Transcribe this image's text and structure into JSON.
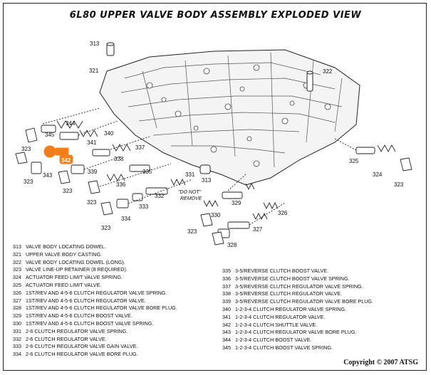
{
  "title": "6L80 UPPER VALVE BODY ASSEMBLY EXPLODED VIEW",
  "highlight_color": "#f07f1a",
  "diagram": {
    "callouts": [
      "313",
      "321",
      "322",
      "344",
      "345",
      "340",
      "341",
      "323",
      "342",
      "343",
      "339",
      "323",
      "338",
      "337",
      "336",
      "335",
      "334",
      "333",
      "332",
      "331",
      "313",
      "325",
      "324",
      "323",
      "323",
      "330",
      "329",
      "326",
      "327",
      "328",
      "323",
      "323"
    ],
    "note": [
      "\"DO NOT\"",
      "REMOVE"
    ],
    "highlighted_part": "342"
  },
  "legend_left": [
    {
      "num": "313",
      "text": "VALVE BODY LOCATING DOWEL."
    },
    {
      "num": "321",
      "text": "UPPER VALVE BODY CASTING."
    },
    {
      "num": "322",
      "text": "VALVE BODY LOCATING DOWEL (LONG)."
    },
    {
      "num": "323",
      "text": "VALVE LINE-UP RETAINER (8 REQUIRED)."
    },
    {
      "num": "324",
      "text": "ACTUATOR FEED LIMIT VALVE SPRING."
    },
    {
      "num": "325",
      "text": "ACTUATOR FEED LIMIT VALVE."
    },
    {
      "num": "326",
      "text": "1ST/REV AND 4-5-6 CLUTCH REGULATOR VALVE SPRING."
    },
    {
      "num": "327",
      "text": "1ST/REV AND 4-5-6 CLUTCH REGULATOR VALVE."
    },
    {
      "num": "328",
      "text": "1ST/REV AND 4-5-6 CLUTCH REGULATOR VALVE BORE PLUG."
    },
    {
      "num": "329",
      "text": "1ST/REV AND 4-5-6 CLUTCH BOOST VALVE."
    },
    {
      "num": "330",
      "text": "1ST/REV AND 4-5-6 CLUTCH BOOST VALVE SPRING."
    },
    {
      "num": "331",
      "text": "2-6 CLUTCH REGULATOR VALVE SPRING."
    },
    {
      "num": "332",
      "text": "2-6 CLUTCH REGULATOR VALVE."
    },
    {
      "num": "333",
      "text": "2-6 CLUTCH REGULATOR VALVE GAIN VALVE."
    },
    {
      "num": "334",
      "text": "2-6 CLUTCH REGULATOR VALVE BORE PLUG."
    }
  ],
  "legend_right": [
    {
      "num": "335",
      "text": "3-5/REVERSE CLUTCH BOOST VALVE."
    },
    {
      "num": "336",
      "text": "3-5/REVERSE CLUTCH BOOST VALVE SPRING."
    },
    {
      "num": "337",
      "text": "3-5/REVERSE CLUTCH REGULATOR VALVE SPRING."
    },
    {
      "num": "338",
      "text": "3-5/REVERSE CLUTCH REGULATOR VALVE."
    },
    {
      "num": "339",
      "text": "3-5/REVERSE CLUTCH REGULATOR VALVE BORE PLUG."
    },
    {
      "num": "340",
      "text": "1-2-3-4 CLUTCH REGULATOR VALVE SPRING."
    },
    {
      "num": "341",
      "text": "1-2-3-4 CLUTCH REGULATOR VALVE."
    },
    {
      "num": "342",
      "text": "1-2-3-4 CLUTCH SHUTTLE VALVE."
    },
    {
      "num": "343",
      "text": "1-2-3-4 CLUTCH REGULATOR VALVE BORE PLUG."
    },
    {
      "num": "344",
      "text": "1-2-3-4 CLUTCH BOOST VALVE."
    },
    {
      "num": "345",
      "text": "1-2-3-4 CLUTCH BOOST VALVE SPRING."
    }
  ],
  "copyright": "Copyright © 2007 ATSG"
}
